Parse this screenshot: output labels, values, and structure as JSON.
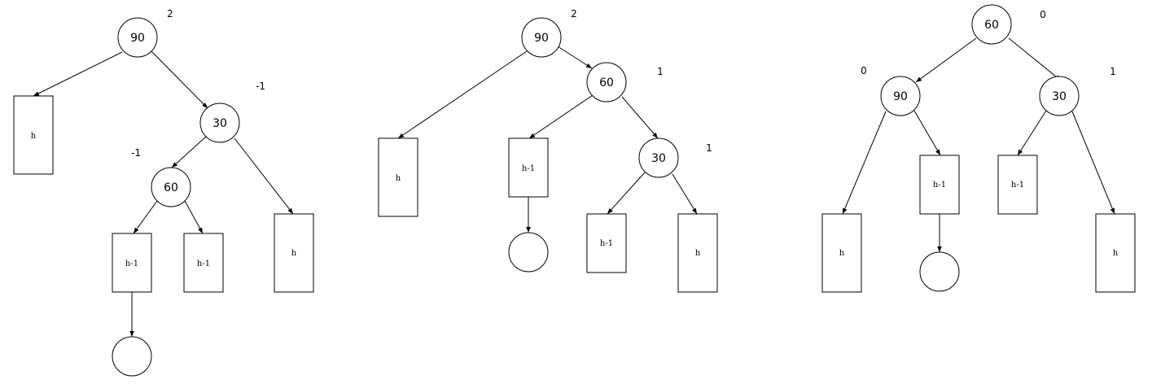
{
  "diagrams": [
    {
      "nodes": [
        {
          "id": "n90",
          "label": "90"
        },
        {
          "id": "n30",
          "label": "30"
        },
        {
          "id": "n60",
          "label": "60"
        },
        {
          "id": "ne",
          "label": ""
        }
      ],
      "boxes": [
        {
          "id": "bh1",
          "label": "h"
        },
        {
          "id": "bhm1",
          "label": "h-1"
        },
        {
          "id": "bhm2",
          "label": "h-1"
        },
        {
          "id": "bh2",
          "label": "h"
        }
      ],
      "balance_labels": [
        "2",
        "-1",
        "-1"
      ]
    },
    {
      "nodes": [
        {
          "id": "n90",
          "label": "90"
        },
        {
          "id": "n60",
          "label": "60"
        },
        {
          "id": "n30",
          "label": "30"
        },
        {
          "id": "ne",
          "label": ""
        }
      ],
      "boxes": [
        {
          "id": "bh1",
          "label": "h"
        },
        {
          "id": "bhm1",
          "label": "h-1"
        },
        {
          "id": "bhm2",
          "label": "h-1"
        },
        {
          "id": "bh2",
          "label": "h"
        }
      ],
      "balance_labels": [
        "2",
        "1",
        "1"
      ]
    },
    {
      "nodes": [
        {
          "id": "n60",
          "label": "60"
        },
        {
          "id": "n90",
          "label": "90"
        },
        {
          "id": "n30",
          "label": "30"
        },
        {
          "id": "ne",
          "label": ""
        }
      ],
      "boxes": [
        {
          "id": "bh1",
          "label": "h"
        },
        {
          "id": "bhm1",
          "label": "h-1"
        },
        {
          "id": "bhm2",
          "label": "h-1"
        },
        {
          "id": "bh2",
          "label": "h"
        }
      ],
      "balance_labels": [
        "0",
        "0",
        "1"
      ]
    }
  ]
}
